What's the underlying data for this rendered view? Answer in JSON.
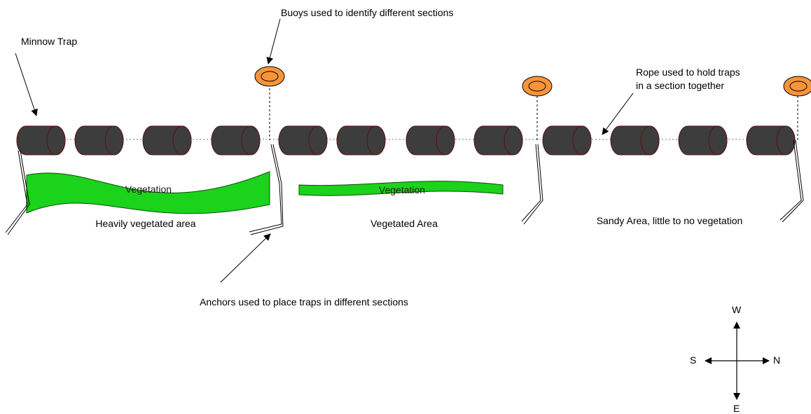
{
  "labels": {
    "minnow_trap": "Minnow Trap",
    "buoys": "Buoys used to identify different sections",
    "rope_line1": "Rope used to hold traps",
    "rope_line2": "in a section together",
    "anchors": "Anchors used to place traps in different sections"
  },
  "areas": {
    "vegetation_1": "Vegetation",
    "vegetation_2": "Vegetation",
    "heavily_vegetated": "Heavily vegetated area",
    "vegetated": "Vegetated Area",
    "sandy": "Sandy Area, little to no vegetation"
  },
  "compass": {
    "north": "N",
    "south": "S",
    "east": "E",
    "west": "W"
  },
  "colors": {
    "trap_fill": "#3d3d3d",
    "trap_stroke": "#5a1010",
    "buoy_fill": "#f7943a",
    "vegetation_fill": "#1ad31a"
  }
}
